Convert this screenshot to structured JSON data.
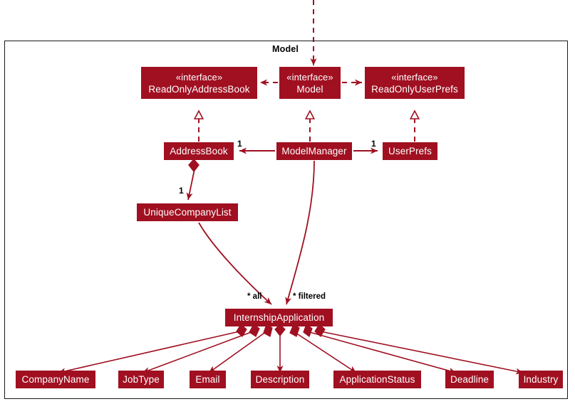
{
  "diagram": {
    "type": "uml-class-diagram",
    "frame_title": "Model",
    "accent_color": "#A01021",
    "frame_border_color": "#1a1a1a",
    "background": "#ffffff"
  },
  "interfaces": {
    "stereotype": "«interface»",
    "read_only_address_book": "ReadOnlyAddressBook",
    "model": "Model",
    "read_only_user_prefs": "ReadOnlyUserPrefs"
  },
  "classes": {
    "address_book": "AddressBook",
    "model_manager": "ModelManager",
    "user_prefs": "UserPrefs",
    "unique_company_list": "UniqueCompanyList",
    "internship_application": "InternshipApplication"
  },
  "attributes": [
    {
      "label": "CompanyName"
    },
    {
      "label": "JobType"
    },
    {
      "label": "Email"
    },
    {
      "label": "Description"
    },
    {
      "label": "ApplicationStatus"
    },
    {
      "label": "Deadline"
    },
    {
      "label": "Industry"
    }
  ],
  "multiplicities": {
    "address_book_from_manager": "1",
    "user_prefs_from_manager": "1",
    "unique_company_list_from_address_book": "1"
  },
  "edge_labels": {
    "all": "* all",
    "filtered": "* filtered"
  }
}
